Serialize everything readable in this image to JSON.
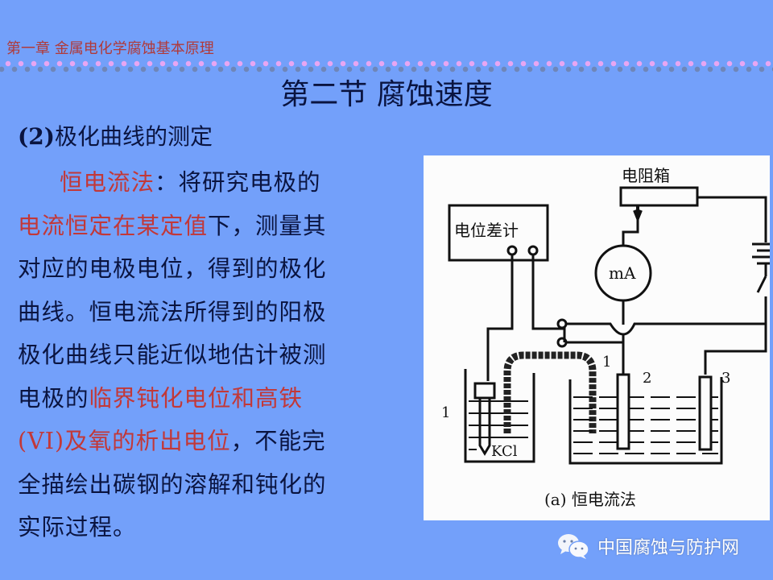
{
  "header": {
    "chapter": "第一章  金属电化学腐蚀基本原理",
    "section_title": "第二节  腐蚀速度"
  },
  "content": {
    "subheading_num": "(2)",
    "subheading_text": "极化曲线的测定",
    "lines": [
      [
        {
          "t": "恒电流法",
          "red": true
        },
        {
          "t": "：将研究电极的",
          "red": false
        }
      ],
      [
        {
          "t": "电流恒定在某定值",
          "red": true
        },
        {
          "t": "下，测量其",
          "red": false
        }
      ],
      [
        {
          "t": "对应的电极电位，得到的极化",
          "red": false
        }
      ],
      [
        {
          "t": "曲线。恒电流法所得到的阳极",
          "red": false
        }
      ],
      [
        {
          "t": "极化曲线只能近似地估计被测",
          "red": false
        }
      ],
      [
        {
          "t": "电极的",
          "red": false
        },
        {
          "t": "临界钝化电位和高铁",
          "red": true
        }
      ],
      [
        {
          "t": "(VI)及氧的析出电位",
          "red": true
        },
        {
          "t": "，不能完",
          "red": false
        }
      ],
      [
        {
          "t": "全描绘出碳钢的溶解和钝化的",
          "red": false
        }
      ],
      [
        {
          "t": "实际过程。",
          "red": false
        }
      ]
    ]
  },
  "diagram": {
    "resistance_box_label": "电阻箱",
    "potentiometer_label": "电位差计",
    "ammeter_label": "mA",
    "kcl_label": "KCl",
    "electrode_labels": [
      "1",
      "1",
      "2",
      "3"
    ],
    "caption": "(a) 恒电流法"
  },
  "watermark": {
    "icon": "wechat-icon",
    "text": "中国腐蚀与防护网"
  },
  "colors": {
    "background": "#73a0fa",
    "accent_red": "#c23838",
    "text_dark": "#0a1440",
    "chapter_red": "#b03a3a"
  }
}
